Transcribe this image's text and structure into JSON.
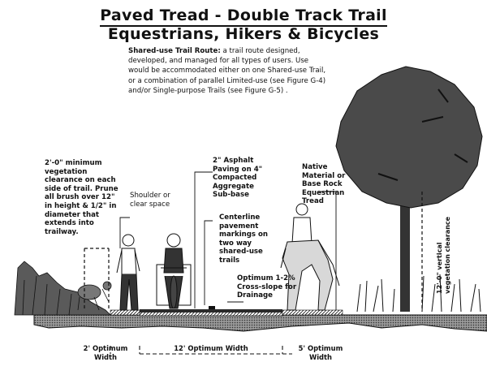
{
  "title": {
    "line1": "Paved Tread - Double Track Trail",
    "line2": "Equestrians, Hikers & Bicycles"
  },
  "description": {
    "term": "Shared-use Trail Route:",
    "text": " a trail route designed, developed, and managed for all types of users. Use would be accommodated either on one Shared-use Trail, or a combination of parallel Limited-use (see Figure G-4) and/or Single-purpose Trails (see Figure G-5) ."
  },
  "callouts": {
    "vegetation_clearance": "2'-0\" minimum vegetation clearance on each side of trail. Prune all brush over 12\" in height & 1/2\" in diameter that extends into trailway.",
    "shoulder": "Shoulder or clear space",
    "asphalt": "2\" Asphalt Paving on 4\" Compacted Aggregate Sub-base",
    "centerline": "Centerline pavement markings on two way shared-use trails",
    "native_material": "Native Material or Base Rock Equestrian Tread",
    "cross_slope": "Optimum 1-2% Cross-slope for Drainage",
    "vertical_clearance": "12'-0\" vertical vegetation clearance"
  },
  "dimensions": {
    "left_shoulder": "2' Optimum Width",
    "trail": "12' Optimum Width",
    "equestrian": "5' Optimum Width"
  },
  "colors": {
    "ink": "#111111",
    "tree_canopy": "#4a4a4a",
    "pavement": "#2a2a2a",
    "ground": "#bdbdbd"
  }
}
